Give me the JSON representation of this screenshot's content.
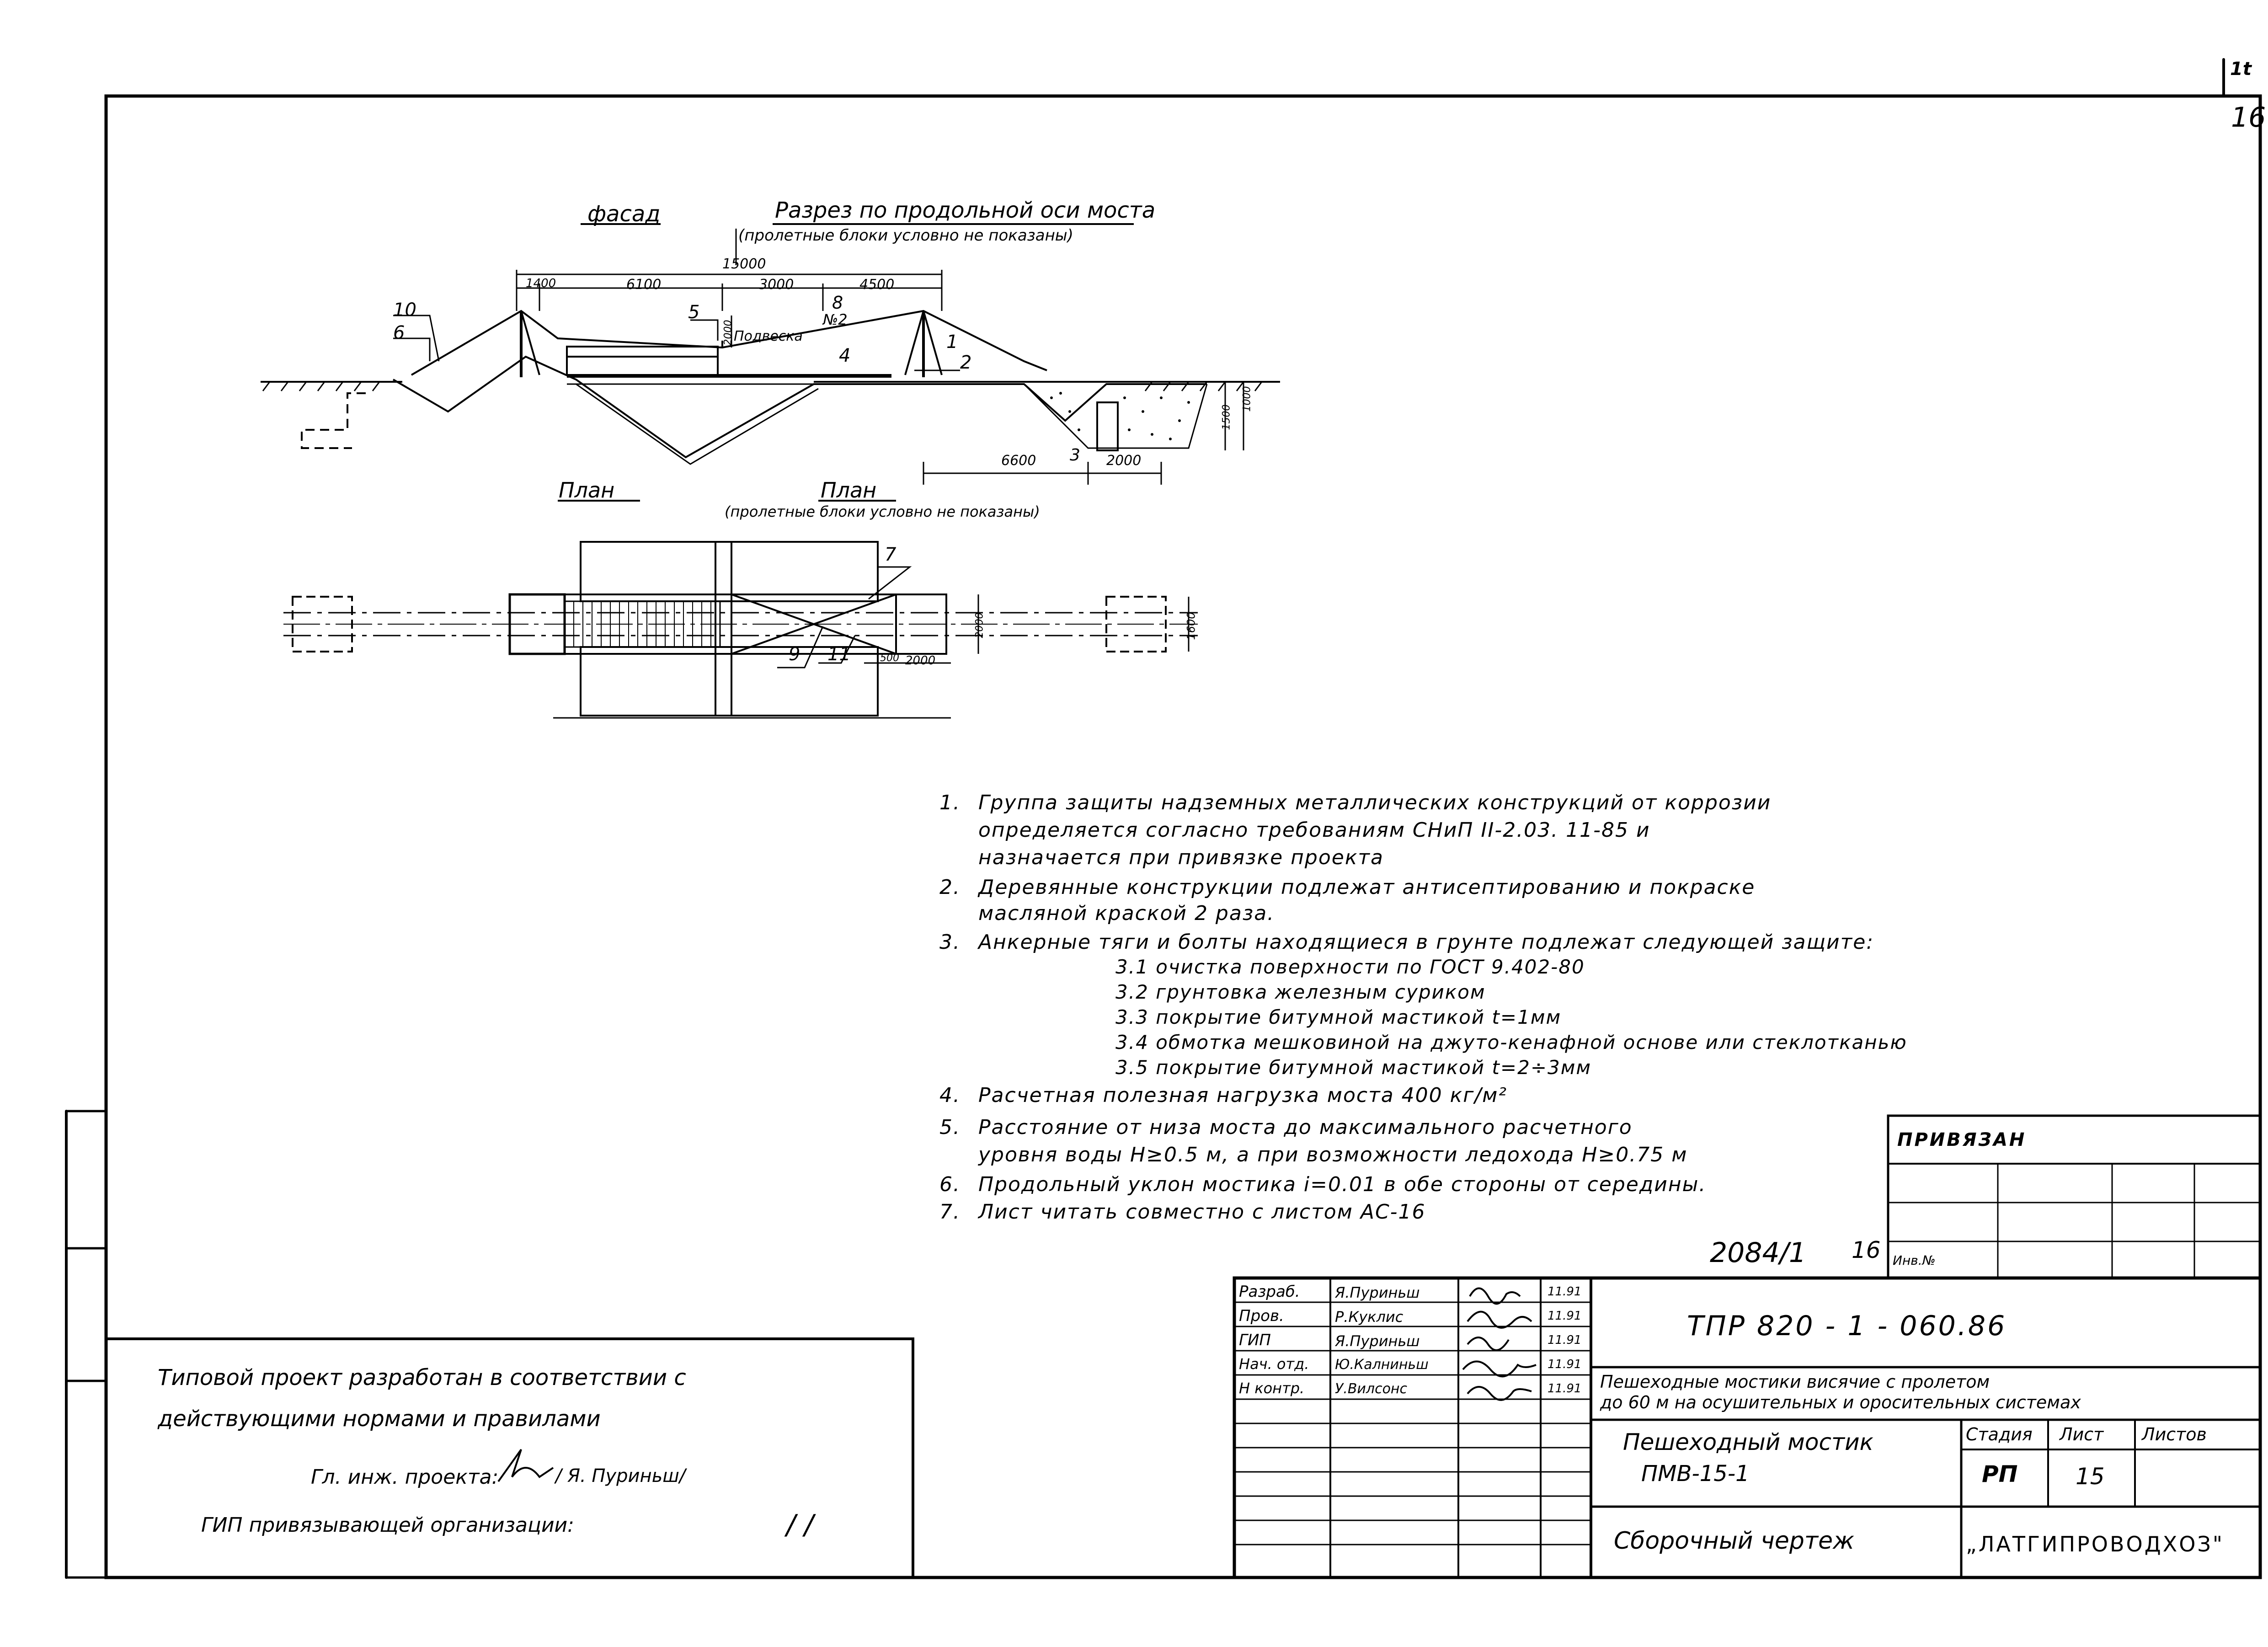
{
  "sheet": {
    "corner_number": "16",
    "corner_number_top": "1t"
  },
  "drawing": {
    "facade_label": "фасад",
    "section_title": "Разрез по продольной оси моста",
    "section_subtitle": "(пролетные блоки условно не показаны)",
    "plan_label": "План",
    "plan_title": "План",
    "plan_subtitle": "(пролетные блоки условно не показаны)",
    "dims": {
      "total": "15000",
      "d1400": "1400",
      "d6100": "6100",
      "d3000": "3000",
      "d4500": "4500",
      "d2000v": "2000",
      "d6600": "6600",
      "d2000b": "2000",
      "d1500": "1500",
      "d1000": "1000",
      "plan_d2000": "2000",
      "plan_d500": "500",
      "plan_d2000v": "2000",
      "plan_d1600": "1600"
    },
    "callouts": {
      "c10": "10",
      "c6": "6",
      "c5": "5",
      "c8": "8",
      "n2": "№2",
      "podveska": "Подвеска",
      "c4": "4",
      "c1": "1",
      "c2": "2",
      "c3": "3",
      "c7": "7",
      "c9": "9",
      "c11": "11"
    }
  },
  "notes": [
    {
      "num": "1.",
      "lines": [
        "Группа защиты надземных металлических конструкций от коррозии",
        "определяется согласно требованиям СНиП ІІ-2.03. 11-85 и",
        "назначается при привязке проекта"
      ]
    },
    {
      "num": "2.",
      "lines": [
        "Деревянные конструкции подлежат антисептированию и покраске",
        "масляной краской 2 раза."
      ]
    },
    {
      "num": "3.",
      "lines": [
        "Анкерные тяги и болты находящиеся в грунте подлежат следующей защите:"
      ]
    },
    {
      "num": "",
      "lines": [
        "3.1 очистка поверхности по ГОСТ 9.402-80",
        "3.2 грунтовка железным суриком",
        "3.3 покрытие битумной мастикой t=1мм",
        "3.4 обмотка мешковиной на джуто-кенафной основе или стеклотканью",
        "3.5 покрытие битумной мастикой t=2÷3мм"
      ]
    },
    {
      "num": "4.",
      "lines": [
        "Расчетная полезная нагрузка моста 400 кг/м²"
      ]
    },
    {
      "num": "5.",
      "lines": [
        "Расстояние от низа моста до максимального расчетного",
        "уровня воды H≥0.5 м, а при возможности ледохода H≥0.75 м"
      ]
    },
    {
      "num": "6.",
      "lines": [
        "Продольный уклон мостика i=0.01 в обе стороны от середины."
      ]
    },
    {
      "num": "7.",
      "lines": [
        "Лист читать совместно с листом АС-16"
      ]
    }
  ],
  "stamp_left": {
    "line1": "Типовой проект разработан в соответствии с",
    "line2": "действующими нормами и правилами",
    "line3": "Гл. инж. проекта:",
    "line3_name": "/ Я. Пуриньш/",
    "line4": "ГИП привязывающей организации:",
    "line4_slashes": "/        /"
  },
  "privyazan": {
    "title": "ПРИВЯЗАН",
    "inv_label": "Инв.№"
  },
  "doc_number": {
    "value": "2084/1",
    "sheet": "16"
  },
  "title_block": {
    "signers": [
      {
        "role": "Разраб.",
        "name": "Я.Пуриньш",
        "date": "11.91"
      },
      {
        "role": "Пров.",
        "name": "Р.Куклис",
        "date": "11.91"
      },
      {
        "role": "ГИП",
        "name": "Я.Пуриньш",
        "date": "11.91"
      },
      {
        "role": "Нач. отд.",
        "name": "Ю.Калниньш",
        "date": "11.91"
      },
      {
        "role": "Н контр.",
        "name": "У.Вилсонс",
        "date": "11.91"
      }
    ],
    "code": "ТПР 820 - 1 - 060.86",
    "project_title_1": "Пешеходные мостики висячие с пролетом",
    "project_title_2": "до 60 м на осушительных и оросительных системах",
    "object_1": "Пешеходный мостик",
    "object_2": "ПМВ-15-1",
    "stage_label": "Стадия",
    "sheet_label": "Лист",
    "sheets_label": "Листов",
    "stage": "РП",
    "sheet": "15",
    "sheets": "",
    "drawing_name": "Сборочный чертеж",
    "organization": "„ЛАТГИПРОВОДХОЗ\""
  }
}
